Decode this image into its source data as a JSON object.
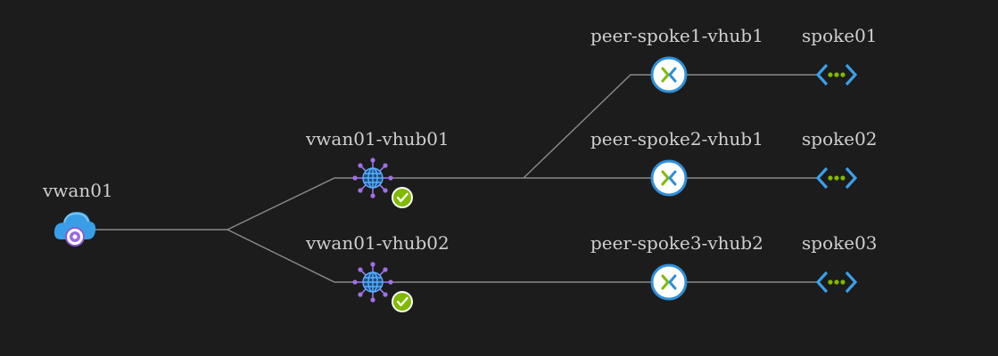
{
  "diagram": {
    "background_color": "#1c1c1c",
    "line_color": "#8a8a8a",
    "label_color": "#cfcfcf",
    "nodes": {
      "vwan": {
        "label": "vwan01",
        "icon": "virtual-wan-cloud-icon"
      },
      "hub1": {
        "label": "vwan01-vhub01",
        "icon": "virtual-hub-globe-icon",
        "status": "succeeded-check-icon"
      },
      "hub2": {
        "label": "vwan01-vhub02",
        "icon": "virtual-hub-globe-icon",
        "status": "succeeded-check-icon"
      },
      "peer1": {
        "label": "peer-spoke1-vhub1",
        "icon": "peering-connection-icon"
      },
      "peer2": {
        "label": "peer-spoke2-vhub1",
        "icon": "peering-connection-icon"
      },
      "peer3": {
        "label": "peer-spoke3-vhub2",
        "icon": "peering-connection-icon"
      },
      "spoke1": {
        "label": "spoke01",
        "icon": "virtual-network-icon"
      },
      "spoke2": {
        "label": "spoke02",
        "icon": "virtual-network-icon"
      },
      "spoke3": {
        "label": "spoke03",
        "icon": "virtual-network-icon"
      }
    },
    "edges": [
      [
        "vwan",
        "hub1"
      ],
      [
        "vwan",
        "hub2"
      ],
      [
        "hub1",
        "peer1"
      ],
      [
        "hub1",
        "peer2"
      ],
      [
        "hub2",
        "peer3"
      ],
      [
        "peer1",
        "spoke1"
      ],
      [
        "peer2",
        "spoke2"
      ],
      [
        "peer3",
        "spoke3"
      ]
    ],
    "colors": {
      "cloud": "#3a9ee6",
      "hub_globe": "#2f8fd8",
      "hub_nodes": "#a070e8",
      "status_green": "#7fba00",
      "peer_ring": "#2f8fd8",
      "peer_arrows": "#7fba00",
      "vnet_brackets": "#3aa0ea",
      "vnet_dots": "#7fba00"
    }
  }
}
